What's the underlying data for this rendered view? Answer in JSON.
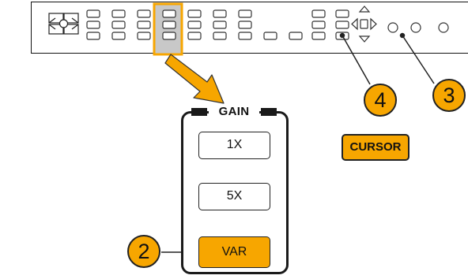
{
  "gain_group": {
    "title": "GAIN",
    "buttons": [
      "1X",
      "5X",
      "VAR"
    ]
  },
  "cursor_button": {
    "label": "CURSOR"
  },
  "callouts": [
    "2",
    "3",
    "4"
  ],
  "colors": {
    "highlight": "#f7a600",
    "outline": "#1a1a1a",
    "selected_column": "#c8c8c8"
  },
  "icons": [
    "front-panel-outline",
    "knob-icon",
    "arrow-keys-icon",
    "pointer-arrow-icon"
  ]
}
